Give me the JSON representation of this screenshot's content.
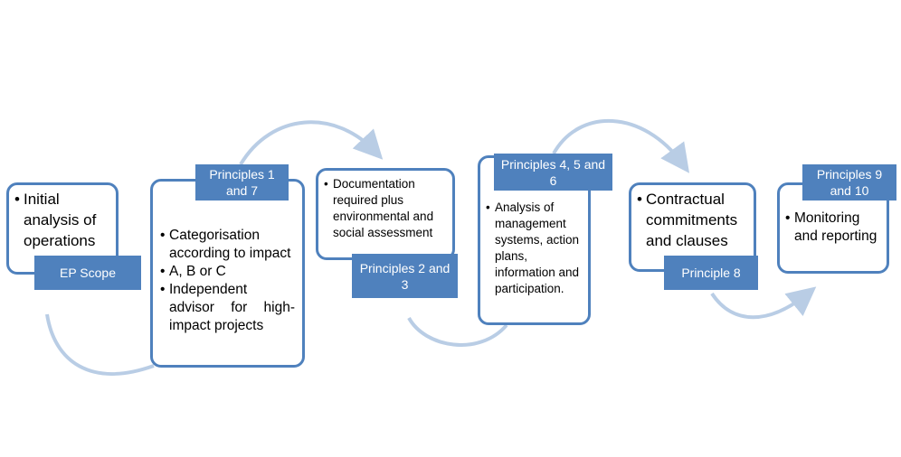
{
  "steps": [
    {
      "tag": "EP Scope",
      "items": [
        "Initial analysis of operations"
      ]
    },
    {
      "tag": "Principles 1 and 7",
      "items": [
        "Categorisation according to impact",
        "A, B or C",
        "Independent advisor for high-impact projects"
      ]
    },
    {
      "tag": "Principles 2 and 3",
      "items": [
        "Documentation required plus environmental and social assessment"
      ]
    },
    {
      "tag": "Principles 4, 5 and 6",
      "items": [
        "Analysis of management systems, action plans, information and participation."
      ]
    },
    {
      "tag": "Principle 8",
      "items": [
        "Contractual commitments and clauses"
      ]
    },
    {
      "tag": "Principles 9 and 10",
      "items": [
        "Monitoring and reporting"
      ]
    }
  ],
  "colors": {
    "accent": "#4f81bd",
    "arrow": "#b9cde5"
  }
}
